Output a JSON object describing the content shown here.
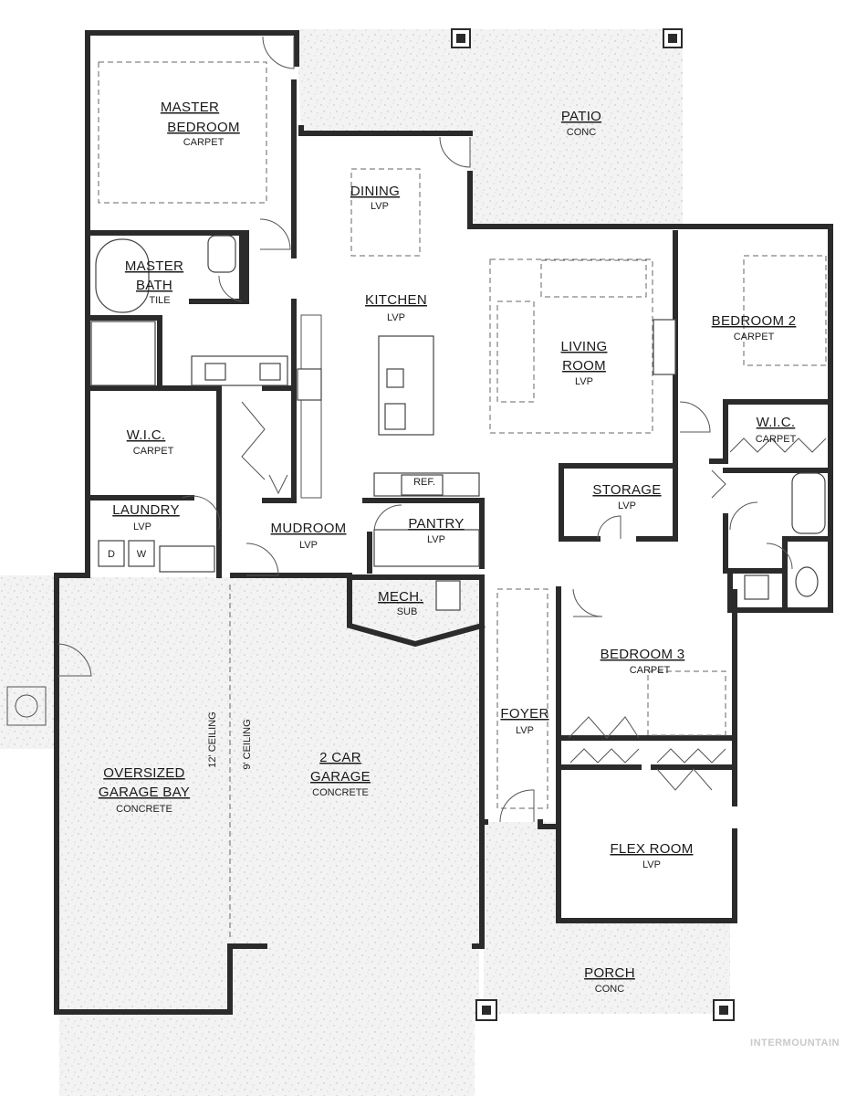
{
  "rooms": {
    "master_bedroom": {
      "name_line1": "MASTER",
      "name_line2": "BEDROOM",
      "finish": "CARPET"
    },
    "patio": {
      "name": "PATIO",
      "finish": "CONC"
    },
    "dining": {
      "name": "DINING",
      "finish": "LVP"
    },
    "master_bath": {
      "name_line1": "MASTER",
      "name_line2": "BATH",
      "finish": "TILE"
    },
    "kitchen": {
      "name": "KITCHEN",
      "finish": "LVP"
    },
    "living_room": {
      "name_line1": "LIVING",
      "name_line2": "ROOM",
      "finish": "LVP"
    },
    "bedroom_2": {
      "name": "BEDROOM 2",
      "finish": "CARPET"
    },
    "wic_master": {
      "name": "W.I.C.",
      "finish": "CARPET"
    },
    "wic_bed2": {
      "name": "W.I.C.",
      "finish": "CARPET"
    },
    "storage": {
      "name": "STORAGE",
      "finish": "LVP"
    },
    "laundry": {
      "name": "LAUNDRY",
      "finish": "LVP"
    },
    "mudroom": {
      "name": "MUDROOM",
      "finish": "LVP"
    },
    "pantry": {
      "name": "PANTRY",
      "finish": "LVP"
    },
    "mech": {
      "name": "MECH.",
      "finish": "SUB"
    },
    "bedroom_3": {
      "name": "BEDROOM 3",
      "finish": "CARPET"
    },
    "foyer": {
      "name": "FOYER",
      "finish": "LVP"
    },
    "oversized_garage": {
      "name_line1": "OVERSIZED",
      "name_line2": "GARAGE BAY",
      "finish": "CONCRETE"
    },
    "two_car_garage": {
      "name_line1": "2 CAR",
      "name_line2": "GARAGE",
      "finish": "CONCRETE"
    },
    "flex_room": {
      "name": "FLEX ROOM",
      "finish": "LVP"
    },
    "porch": {
      "name": "PORCH",
      "finish": "CONC"
    }
  },
  "labels": {
    "ref": "REF.",
    "dryer": "D",
    "washer": "W",
    "ceiling_12": "12' CEILING",
    "ceiling_9": "9' CEILING"
  },
  "watermark": "INTERMOUNTAIN",
  "colors": {
    "wall": "#2b2b2b",
    "concrete_speckle": "#bdbdbd",
    "background": "#ffffff"
  }
}
